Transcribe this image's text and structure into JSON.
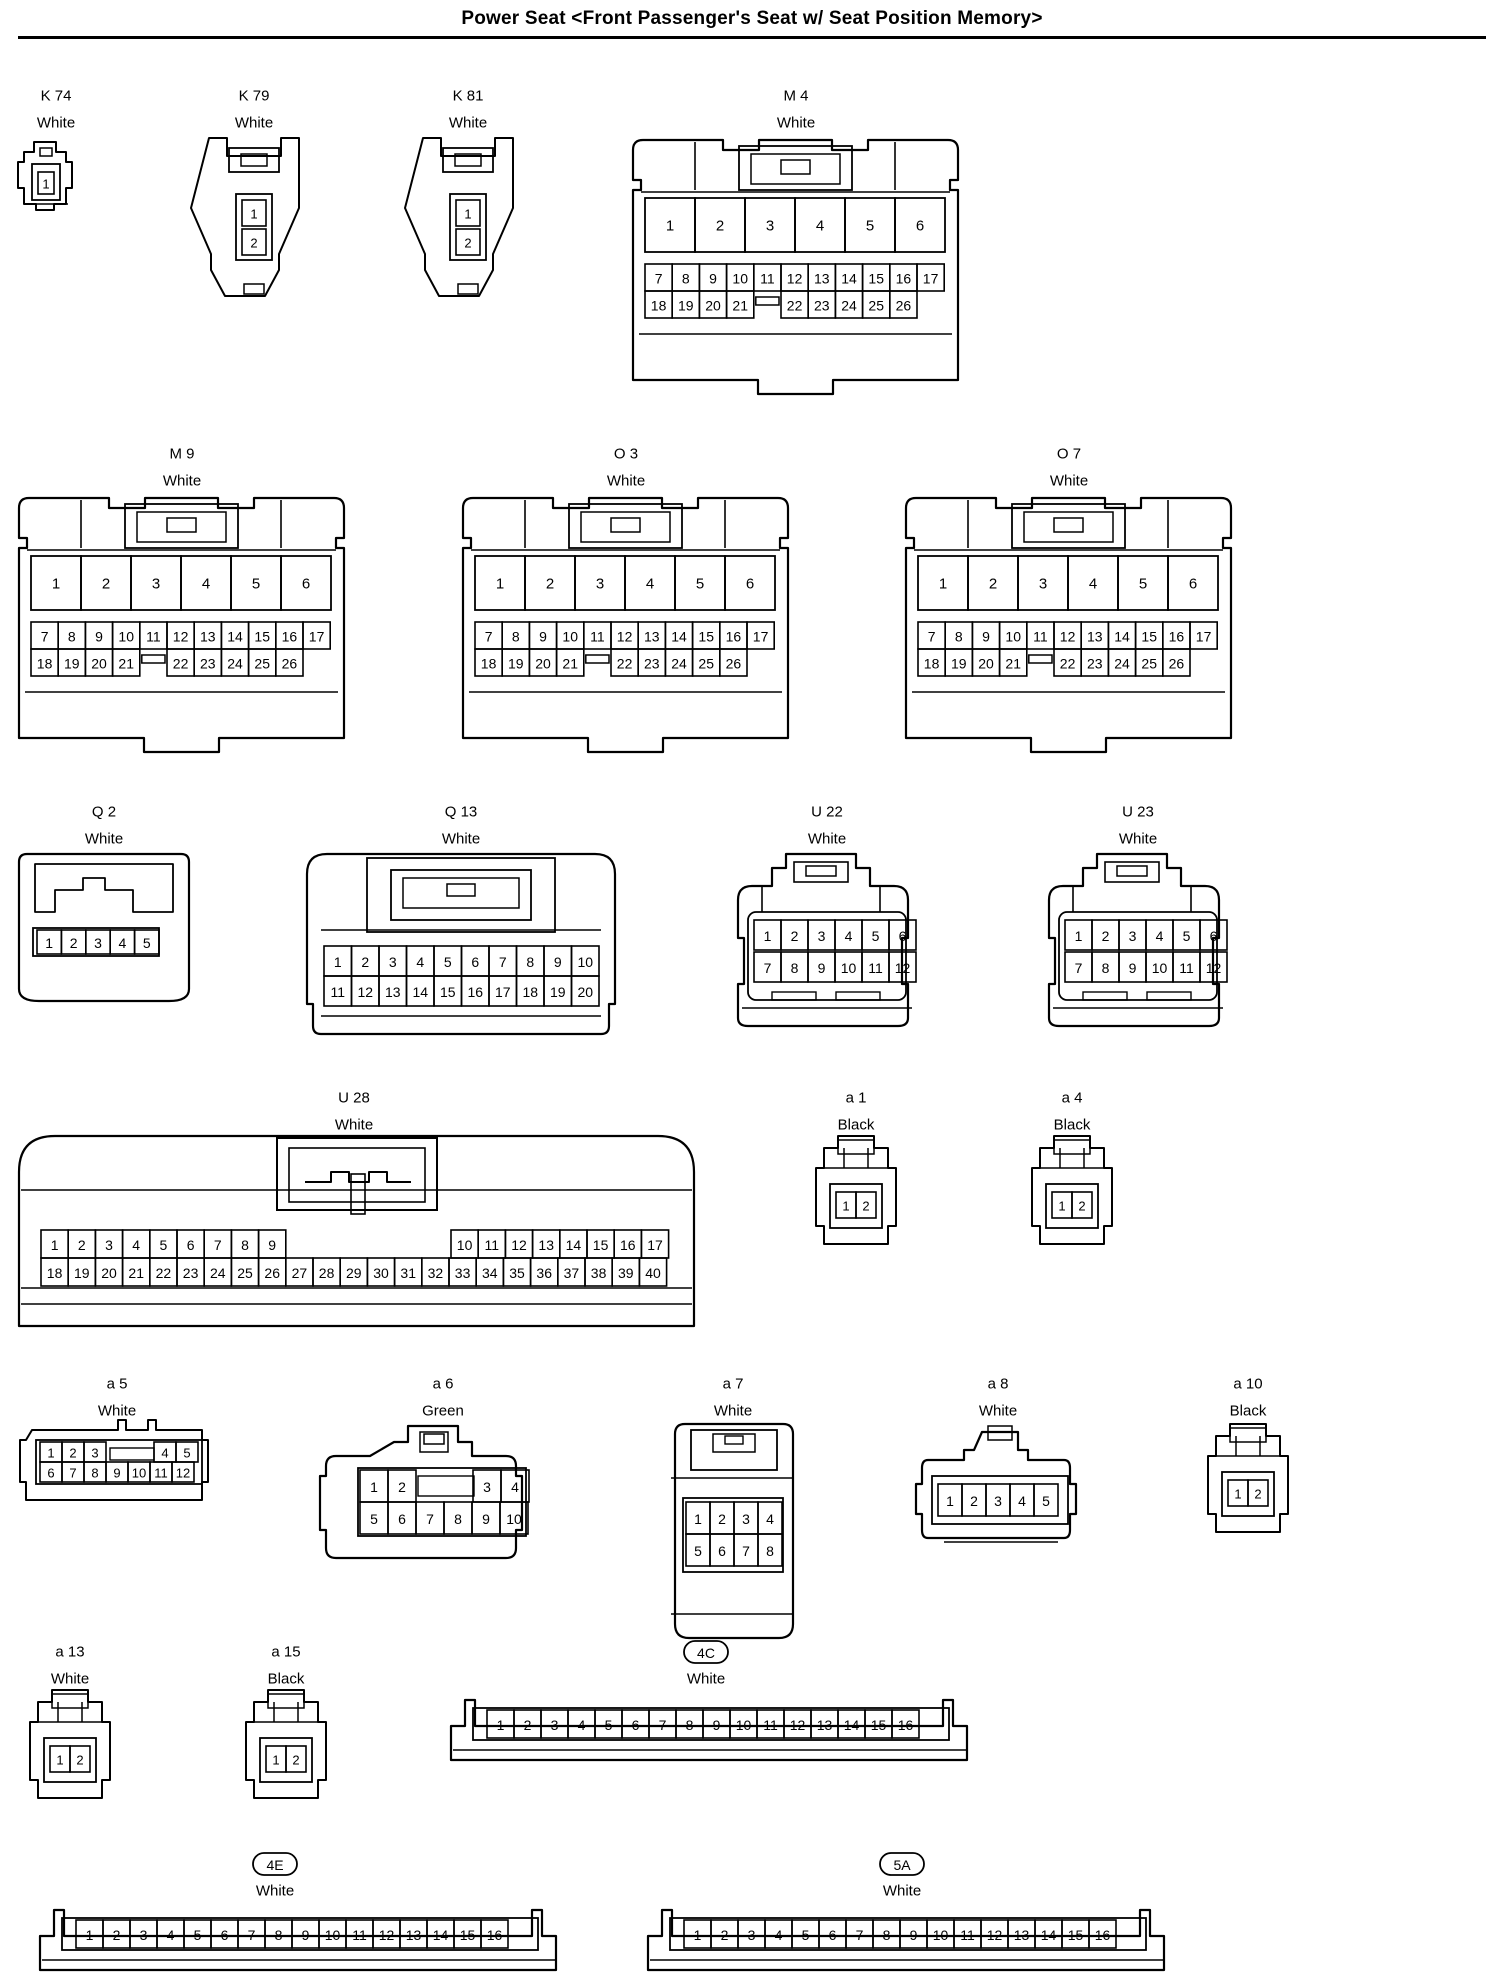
{
  "title": "Power Seat <Front Passenger's Seat w/ Seat Position Memory>",
  "connectors": [
    {
      "id": "K74",
      "label": "K 74",
      "color": "White",
      "style": "tiny",
      "rows": [
        [
          "1"
        ]
      ]
    },
    {
      "id": "K79",
      "label": "K 79",
      "color": "White",
      "style": "tall2",
      "rows": [
        [
          "1"
        ],
        [
          "2"
        ]
      ]
    },
    {
      "id": "K81",
      "label": "K 81",
      "color": "White",
      "style": "tall2",
      "rows": [
        [
          "1"
        ],
        [
          "2"
        ]
      ]
    },
    {
      "id": "M4",
      "label": "M 4",
      "color": "White",
      "style": "bigecu",
      "rows": [
        [
          "1",
          "2",
          "3",
          "4",
          "5",
          "6"
        ],
        [
          "7",
          "8",
          "9",
          "10",
          "11",
          "12",
          "13",
          "14",
          "15",
          "16",
          "17"
        ],
        [
          "18",
          "19",
          "20",
          "21",
          "",
          "22",
          "23",
          "24",
          "25",
          "26"
        ]
      ]
    },
    {
      "id": "M9",
      "label": "M 9",
      "color": "White",
      "style": "bigecu",
      "rows": [
        [
          "1",
          "2",
          "3",
          "4",
          "5",
          "6"
        ],
        [
          "7",
          "8",
          "9",
          "10",
          "11",
          "12",
          "13",
          "14",
          "15",
          "16",
          "17"
        ],
        [
          "18",
          "19",
          "20",
          "21",
          "",
          "22",
          "23",
          "24",
          "25",
          "26"
        ]
      ]
    },
    {
      "id": "O3",
      "label": "O 3",
      "color": "White",
      "style": "bigecu",
      "rows": [
        [
          "1",
          "2",
          "3",
          "4",
          "5",
          "6"
        ],
        [
          "7",
          "8",
          "9",
          "10",
          "11",
          "12",
          "13",
          "14",
          "15",
          "16",
          "17"
        ],
        [
          "18",
          "19",
          "20",
          "21",
          "",
          "22",
          "23",
          "24",
          "25",
          "26"
        ]
      ]
    },
    {
      "id": "O7",
      "label": "O 7",
      "color": "White",
      "style": "bigecu",
      "rows": [
        [
          "1",
          "2",
          "3",
          "4",
          "5",
          "6"
        ],
        [
          "7",
          "8",
          "9",
          "10",
          "11",
          "12",
          "13",
          "14",
          "15",
          "16",
          "17"
        ],
        [
          "18",
          "19",
          "20",
          "21",
          "",
          "22",
          "23",
          "24",
          "25",
          "26"
        ]
      ]
    },
    {
      "id": "Q2",
      "label": "Q 2",
      "color": "White",
      "style": "q2",
      "rows": [
        [
          "1",
          "2",
          "3",
          "4",
          "5"
        ]
      ]
    },
    {
      "id": "Q13",
      "label": "Q 13",
      "color": "White",
      "style": "q13",
      "rows": [
        [
          "1",
          "2",
          "3",
          "4",
          "5",
          "6",
          "7",
          "8",
          "9",
          "10"
        ],
        [
          "11",
          "12",
          "13",
          "14",
          "15",
          "16",
          "17",
          "18",
          "19",
          "20"
        ]
      ]
    },
    {
      "id": "U22",
      "label": "U 22",
      "color": "White",
      "style": "u12",
      "rows": [
        [
          "1",
          "2",
          "3",
          "4",
          "5",
          "6"
        ],
        [
          "7",
          "8",
          "9",
          "10",
          "11",
          "12"
        ]
      ]
    },
    {
      "id": "U23",
      "label": "U 23",
      "color": "White",
      "style": "u12",
      "rows": [
        [
          "1",
          "2",
          "3",
          "4",
          "5",
          "6"
        ],
        [
          "7",
          "8",
          "9",
          "10",
          "11",
          "12"
        ]
      ]
    },
    {
      "id": "U28",
      "label": "U 28",
      "color": "White",
      "style": "u40",
      "rows": [
        [
          "1",
          "2",
          "3",
          "4",
          "5",
          "6",
          "7",
          "8",
          "9",
          "10",
          "11",
          "12",
          "13",
          "14",
          "15",
          "16",
          "17"
        ],
        [
          "18",
          "19",
          "20",
          "21",
          "22",
          "23",
          "24",
          "25",
          "26",
          "27",
          "28",
          "29",
          "30",
          "31",
          "32",
          "33",
          "34",
          "35",
          "36",
          "37",
          "38",
          "39",
          "40"
        ]
      ]
    },
    {
      "id": "a1",
      "label": "a 1",
      "color": "Black",
      "style": "small2",
      "rows": [
        [
          "1",
          "2"
        ]
      ]
    },
    {
      "id": "a4",
      "label": "a 4",
      "color": "Black",
      "style": "small2",
      "rows": [
        [
          "1",
          "2"
        ]
      ]
    },
    {
      "id": "a5",
      "label": "a 5",
      "color": "White",
      "style": "a5",
      "rows": [
        [
          "1",
          "2",
          "3",
          "4",
          "5"
        ],
        [
          "6",
          "7",
          "8",
          "9",
          "10",
          "11",
          "12"
        ]
      ]
    },
    {
      "id": "a6",
      "label": "a 6",
      "color": "Green",
      "style": "a6",
      "rows": [
        [
          "1",
          "2",
          "3",
          "4"
        ],
        [
          "5",
          "6",
          "7",
          "8",
          "9",
          "10"
        ]
      ]
    },
    {
      "id": "a7",
      "label": "a 7",
      "color": "White",
      "style": "a7",
      "rows": [
        [
          "1",
          "2",
          "3",
          "4"
        ],
        [
          "5",
          "6",
          "7",
          "8"
        ]
      ]
    },
    {
      "id": "a8",
      "label": "a 8",
      "color": "White",
      "style": "a8",
      "rows": [
        [
          "1",
          "2",
          "3",
          "4",
          "5"
        ]
      ]
    },
    {
      "id": "a10",
      "label": "a 10",
      "color": "Black",
      "style": "small2",
      "rows": [
        [
          "1",
          "2"
        ]
      ]
    },
    {
      "id": "a13",
      "label": "a 13",
      "color": "White",
      "style": "small2",
      "rows": [
        [
          "1",
          "2"
        ]
      ]
    },
    {
      "id": "a15",
      "label": "a 15",
      "color": "Black",
      "style": "small2",
      "rows": [
        [
          "1",
          "2"
        ]
      ]
    },
    {
      "id": "4C",
      "label": "4C",
      "color": "White",
      "style": "strip16",
      "oval": true,
      "rows": [
        [
          "1",
          "2",
          "3",
          "4",
          "5",
          "6",
          "7",
          "8",
          "9",
          "10",
          "11",
          "12",
          "13",
          "14",
          "15",
          "16"
        ]
      ]
    },
    {
      "id": "4E",
      "label": "4E",
      "color": "White",
      "style": "strip16",
      "oval": true,
      "rows": [
        [
          "1",
          "2",
          "3",
          "4",
          "5",
          "6",
          "7",
          "8",
          "9",
          "10",
          "11",
          "12",
          "13",
          "14",
          "15",
          "16"
        ]
      ]
    },
    {
      "id": "5A",
      "label": "5A",
      "color": "White",
      "style": "strip16",
      "oval": true,
      "rows": [
        [
          "1",
          "2",
          "3",
          "4",
          "5",
          "6",
          "7",
          "8",
          "9",
          "10",
          "11",
          "12",
          "13",
          "14",
          "15",
          "16"
        ]
      ]
    }
  ]
}
